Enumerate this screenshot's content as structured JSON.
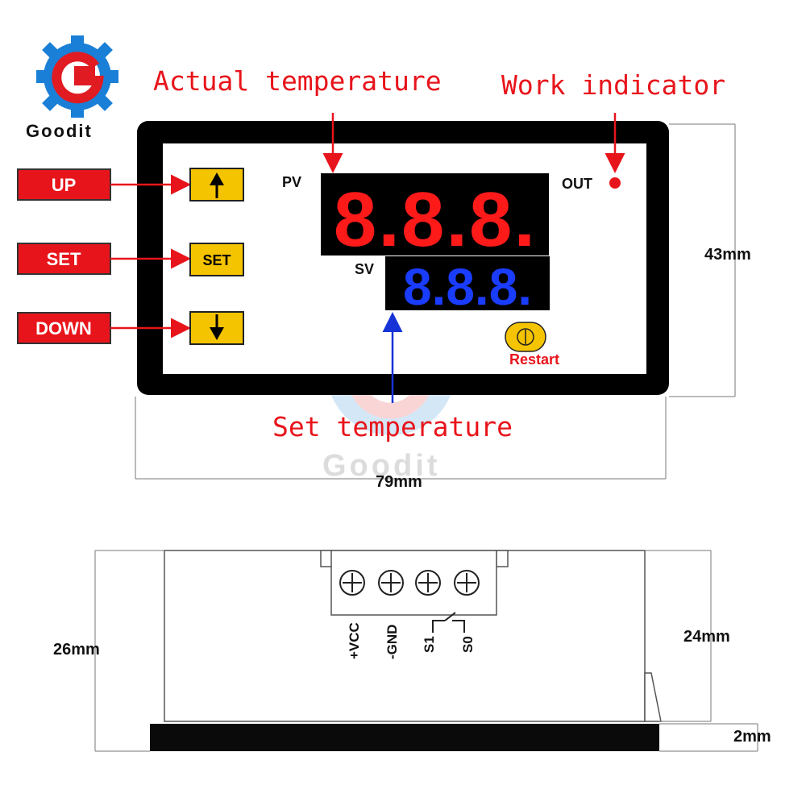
{
  "brand": {
    "name": "Goodit",
    "watermark": "Goodit"
  },
  "callouts": {
    "actual_temperature": "Actual temperature",
    "work_indicator": "Work indicator",
    "set_temperature": "Set temperature"
  },
  "buttons": {
    "up": "UP",
    "set": "SET",
    "down": "DOWN",
    "set_key": "SET"
  },
  "panel": {
    "pv_label": "PV",
    "sv_label": "SV",
    "out_label": "OUT",
    "restart_label": "Restart",
    "pv_digits": "8.8.8.",
    "sv_digits": "8.8.8."
  },
  "dimensions": {
    "height": "43mm",
    "width": "79mm",
    "side_height": "26mm",
    "body_height": "24mm",
    "flange": "2mm"
  },
  "terminals": [
    "+VCC",
    "-GND",
    "S1",
    "S0"
  ],
  "colors": {
    "label_red": "#e8141b",
    "key_yellow": "#f5c400",
    "pv_red": "#ff1a1a",
    "sv_blue": "#1a3cff",
    "arrow_blue": "#1533d6",
    "logo_blue": "#1a7fd6"
  }
}
